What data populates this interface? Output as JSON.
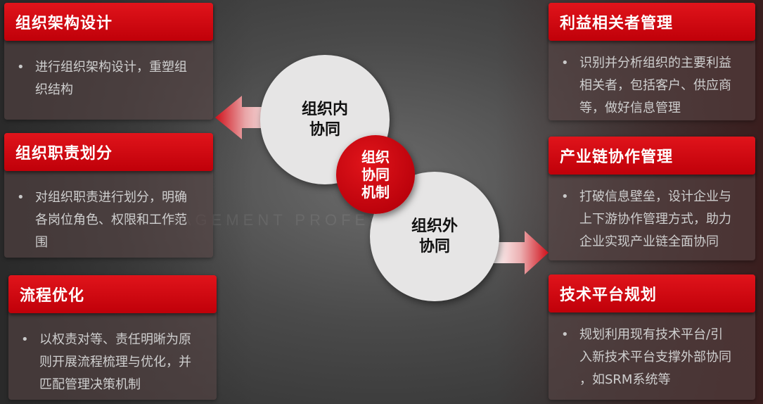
{
  "diagram": {
    "center_label": "组织\n协同\n机制",
    "inner_circle_label": "组织内\n协同",
    "outer_circle_label": "组织外\n协同",
    "left_cards": [
      {
        "title": "组织架构设计",
        "text": "进行组织架构设计，重塑组\n织结构"
      },
      {
        "title": "组织职责划分",
        "text": "对组织职责进行划分，明确\n各岗位角色、权限和工作范\n围"
      },
      {
        "title": "流程优化",
        "text": "以权责对等、责任明晰为原\n则开展流程梳理与优化，并\n匹配管理决策机制"
      }
    ],
    "right_cards": [
      {
        "title": "利益相关者管理",
        "text": "识别并分析组织的主要利益\n相关者，包括客户、供应商\n等，做好信息管理"
      },
      {
        "title": "产业链协作管理",
        "text": "打破信息壁垒，设计企业与\n上下游协作管理方式，助力\n企业实现产业链全面协同"
      },
      {
        "title": "技术平台规划",
        "text": "规划利用现有技术平台/引\n入新技术平台支撑外部协同\n，如SRM系统等"
      }
    ],
    "watermark": "MANAGEMENT PROFESSIONAL C"
  },
  "colors": {
    "accent_red": "#d0101a",
    "circle_gray": "#e6e5e5"
  }
}
